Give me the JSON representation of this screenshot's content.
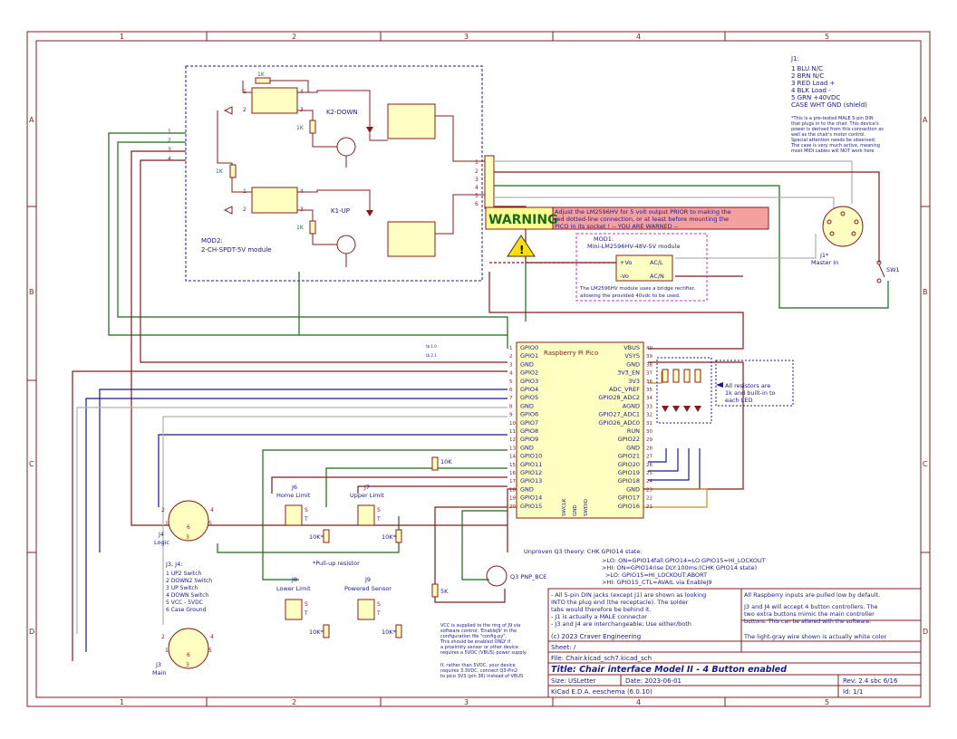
{
  "border": {
    "col_numbers": [
      "1",
      "2",
      "3",
      "4",
      "5"
    ],
    "row_letters": [
      "A",
      "B",
      "C",
      "D"
    ]
  },
  "j1_note": {
    "header": "J1:",
    "lines": [
      "1 BLU N/C",
      "2 BRN N/C",
      "3 RED Load +",
      "4 BLK Load -",
      "5 GRN +40VDC",
      "CASE WHT GND (shield)"
    ],
    "desc": [
      "*This is a pre-tested MALE 5-pin DIN",
      "that plugs in to the chair. This device's",
      "power is derived from this connection as",
      "well as the chair's motor control.",
      "Special attention needs be observed;",
      "The case is very much active, meaning",
      "most MIDI cables will NOT work here"
    ]
  },
  "mod2": {
    "label1": "MOD2:",
    "label2": "2-CH-SPDT-5V module",
    "r_top": "1K",
    "r_k2": "1K",
    "r_mid": "1K",
    "r_k1": "1K",
    "k2": "K2-DOWN",
    "k1": "K1-UP",
    "pins_left": [
      "1",
      "2",
      "3",
      "4"
    ],
    "terminal_pins": [
      "1",
      "2",
      "3",
      "4",
      "5",
      "6"
    ]
  },
  "warning": {
    "badge": "WARNING",
    "text1": "Adjust the LM2596HV for 5 volt output PRIOR to making the",
    "text2": "red dotted-line connection, or at least before mounting the",
    "text3": "PICO in its socket !  -- YOU ARE WARNED --"
  },
  "mod1": {
    "label1": "MOD1:",
    "label2": "Mini-LM2596HV-48V-5V module",
    "vplus": "+Vo",
    "vminus": "-Vo",
    "acl": "AC/L",
    "acn": "AC/N",
    "note1": "The LM2596HV module uses a bridge rectifier,",
    "note2": "allowing the provided 40vdc to be used."
  },
  "j1_conn": {
    "ref": "J1*",
    "name": "Master In",
    "sw": "SW1"
  },
  "pico": {
    "title": "Raspberry Pi Pico",
    "left_pins": [
      "GPIO0",
      "GPIO1",
      "GND",
      "GPIO2",
      "GPIO3",
      "GPIO4",
      "GPIO5",
      "GND",
      "GPIO6",
      "GPIO7",
      "GPIO8",
      "GPIO9",
      "GND",
      "GPIO10",
      "GPIO11",
      "GPIO12",
      "GPIO13",
      "GND",
      "GPIO14",
      "GPIO15"
    ],
    "left_nums": [
      "1",
      "2",
      "3",
      "4",
      "5",
      "6",
      "7",
      "8",
      "9",
      "10",
      "11",
      "12",
      "13",
      "14",
      "15",
      "16",
      "17",
      "18",
      "19",
      "20"
    ],
    "right_pins": [
      "VBUS",
      "VSYS",
      "GND",
      "3V3_EN",
      "3V3",
      "ADC_VREF",
      "GPIO28_ADC2",
      "AGND",
      "GPIO27_ADC1",
      "GPIO26_ADC0",
      "RUN",
      "GPIO22",
      "GND",
      "GPIO21",
      "GPIO20",
      "GPIO19",
      "GPIO18",
      "GND",
      "GPIO17",
      "GPIO16"
    ],
    "right_nums": [
      "40",
      "39",
      "38",
      "37",
      "36",
      "35",
      "34",
      "33",
      "32",
      "31",
      "30",
      "29",
      "28",
      "27",
      "26",
      "25",
      "24",
      "23",
      "22",
      "21"
    ],
    "bottom_pins": [
      "SWCLK",
      "GND",
      "SWDIO"
    ],
    "net_tx": "tb 1.0",
    "net_rx": "tb 2.1"
  },
  "led_note": [
    "All resistors are",
    "1k and built-in to",
    "each LED"
  ],
  "j4": {
    "ref": "J4",
    "name": "Logic"
  },
  "j3": {
    "ref": "J3",
    "name": "Main"
  },
  "j34_note": {
    "header": "J3, J4:",
    "lines": [
      "1 UP2 Switch",
      "2 DOWN2 Switch",
      "3 UP Switch",
      "4 DOWN Switch",
      "5 VCC - 5VDC",
      "6 Case Ground"
    ]
  },
  "limits": {
    "j6": {
      "ref": "J6",
      "name": "Home Limit"
    },
    "j7": {
      "ref": "J7",
      "name": "Upper Limit"
    },
    "j8": {
      "ref": "J8",
      "name": "Lower Limit"
    },
    "j9": {
      "ref": "J9",
      "name": "Powered Sensor"
    },
    "r": "10K*",
    "s": "S",
    "t": "T"
  },
  "pullup": "*Pull-up resistor",
  "r5k": "5K",
  "r10k": "10K",
  "q3": {
    "label": "Q3 PNP_BCE",
    "theory": [
      "Unproven Q3 theory: CHK GPIO14 state:",
      ">LO: ON=GPIO14fall:GPIO14=LO:GPIO15=HI_LOCKOUT",
      ">HI: ON=GPIO14rise DLY:100ms:(CHK GPIO14 state)",
      ">LO: GPIO15=HI_LOCKOUT:ABORT",
      ">HI: GPIO15_CTL=AVAIL via EnableJ9"
    ]
  },
  "vcc_note": [
    "VCC is supplied to the ring of J9 via",
    "software control; 'EnableJ9' in the",
    "configuration file \"config.py\".",
    "This should be enabled ONLY if",
    "a proximity sensor or other device",
    "requires a 5VDC (VBUS) power supply.",
    "",
    "If, rather than 5VDC, your device",
    "requires 3.3VDC, connect Q3-Pin2",
    "to pico 3V3 (pin 36) instead of VBUS"
  ],
  "titleblock": {
    "notes": [
      "- All 5-pin DIN jacks (except J1) are shown as looking",
      "  INTO the plug end (the receptacle). The solder",
      "  tabs would therefore be behind it.",
      "- J1 is actually a MALE connector",
      "- J3 and J4 are interchangeable; Use either/both"
    ],
    "right_notes1": "All Raspberry inputs are pulled low by default.",
    "right_notes2": [
      "J3 and J4 will accept 4 button controllers. The",
      "two extra buttons mimic the main controller",
      "buttons. This can be altered with the software."
    ],
    "right_notes3": "The light-gray wire shown is actually white color",
    "company": "(c) 2023 Craver Engineering",
    "sheet": "Sheet: /",
    "file": "File: Chair.kicad_sch7.kicad_sch",
    "title": "Title: Chair interface Model II - 4 Button enabled",
    "size": "Size: USLetter",
    "date": "Date: 2023-06-01",
    "rev": "Rev: 2.4 sbc 6/16",
    "tool": "KiCad E.D.A.  eeschema (6.0.10)",
    "id": "Id: 1/1"
  }
}
